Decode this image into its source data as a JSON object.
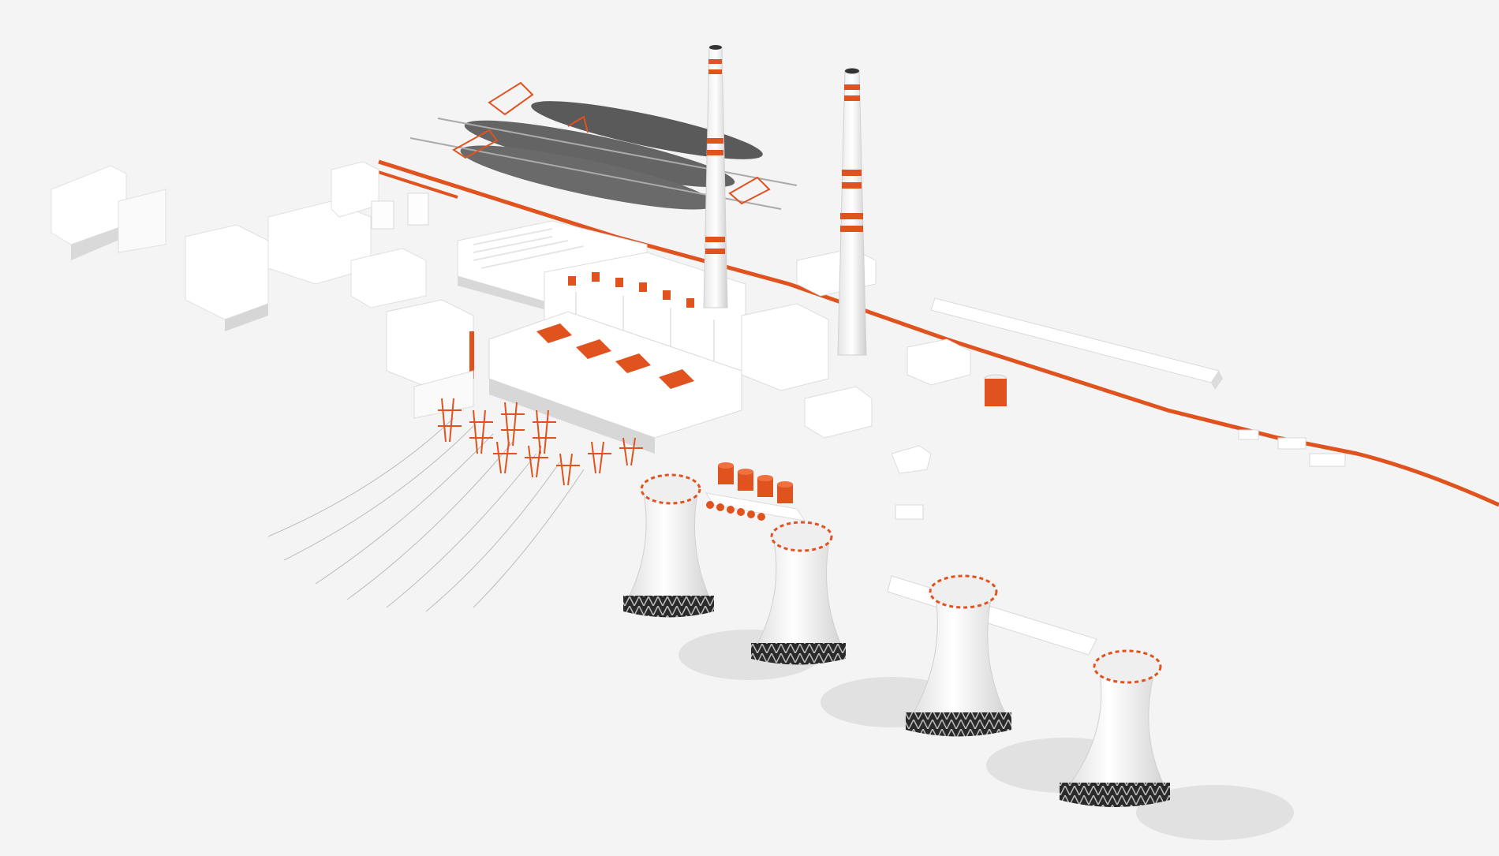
{
  "scene": {
    "subject": "power-plant",
    "colors": {
      "background": "#f4f4f4",
      "building": "#ffffff",
      "building_side": "#d9d9d9",
      "shadow": "#cfcfcf",
      "accent": "#e0531f",
      "coal_pile": "#5a5a5a",
      "tower_base": "#222222"
    },
    "counts": {
      "cooling_towers": 4,
      "chimneys": 2,
      "coal_piles": 3,
      "oil_tanks": 4
    }
  }
}
